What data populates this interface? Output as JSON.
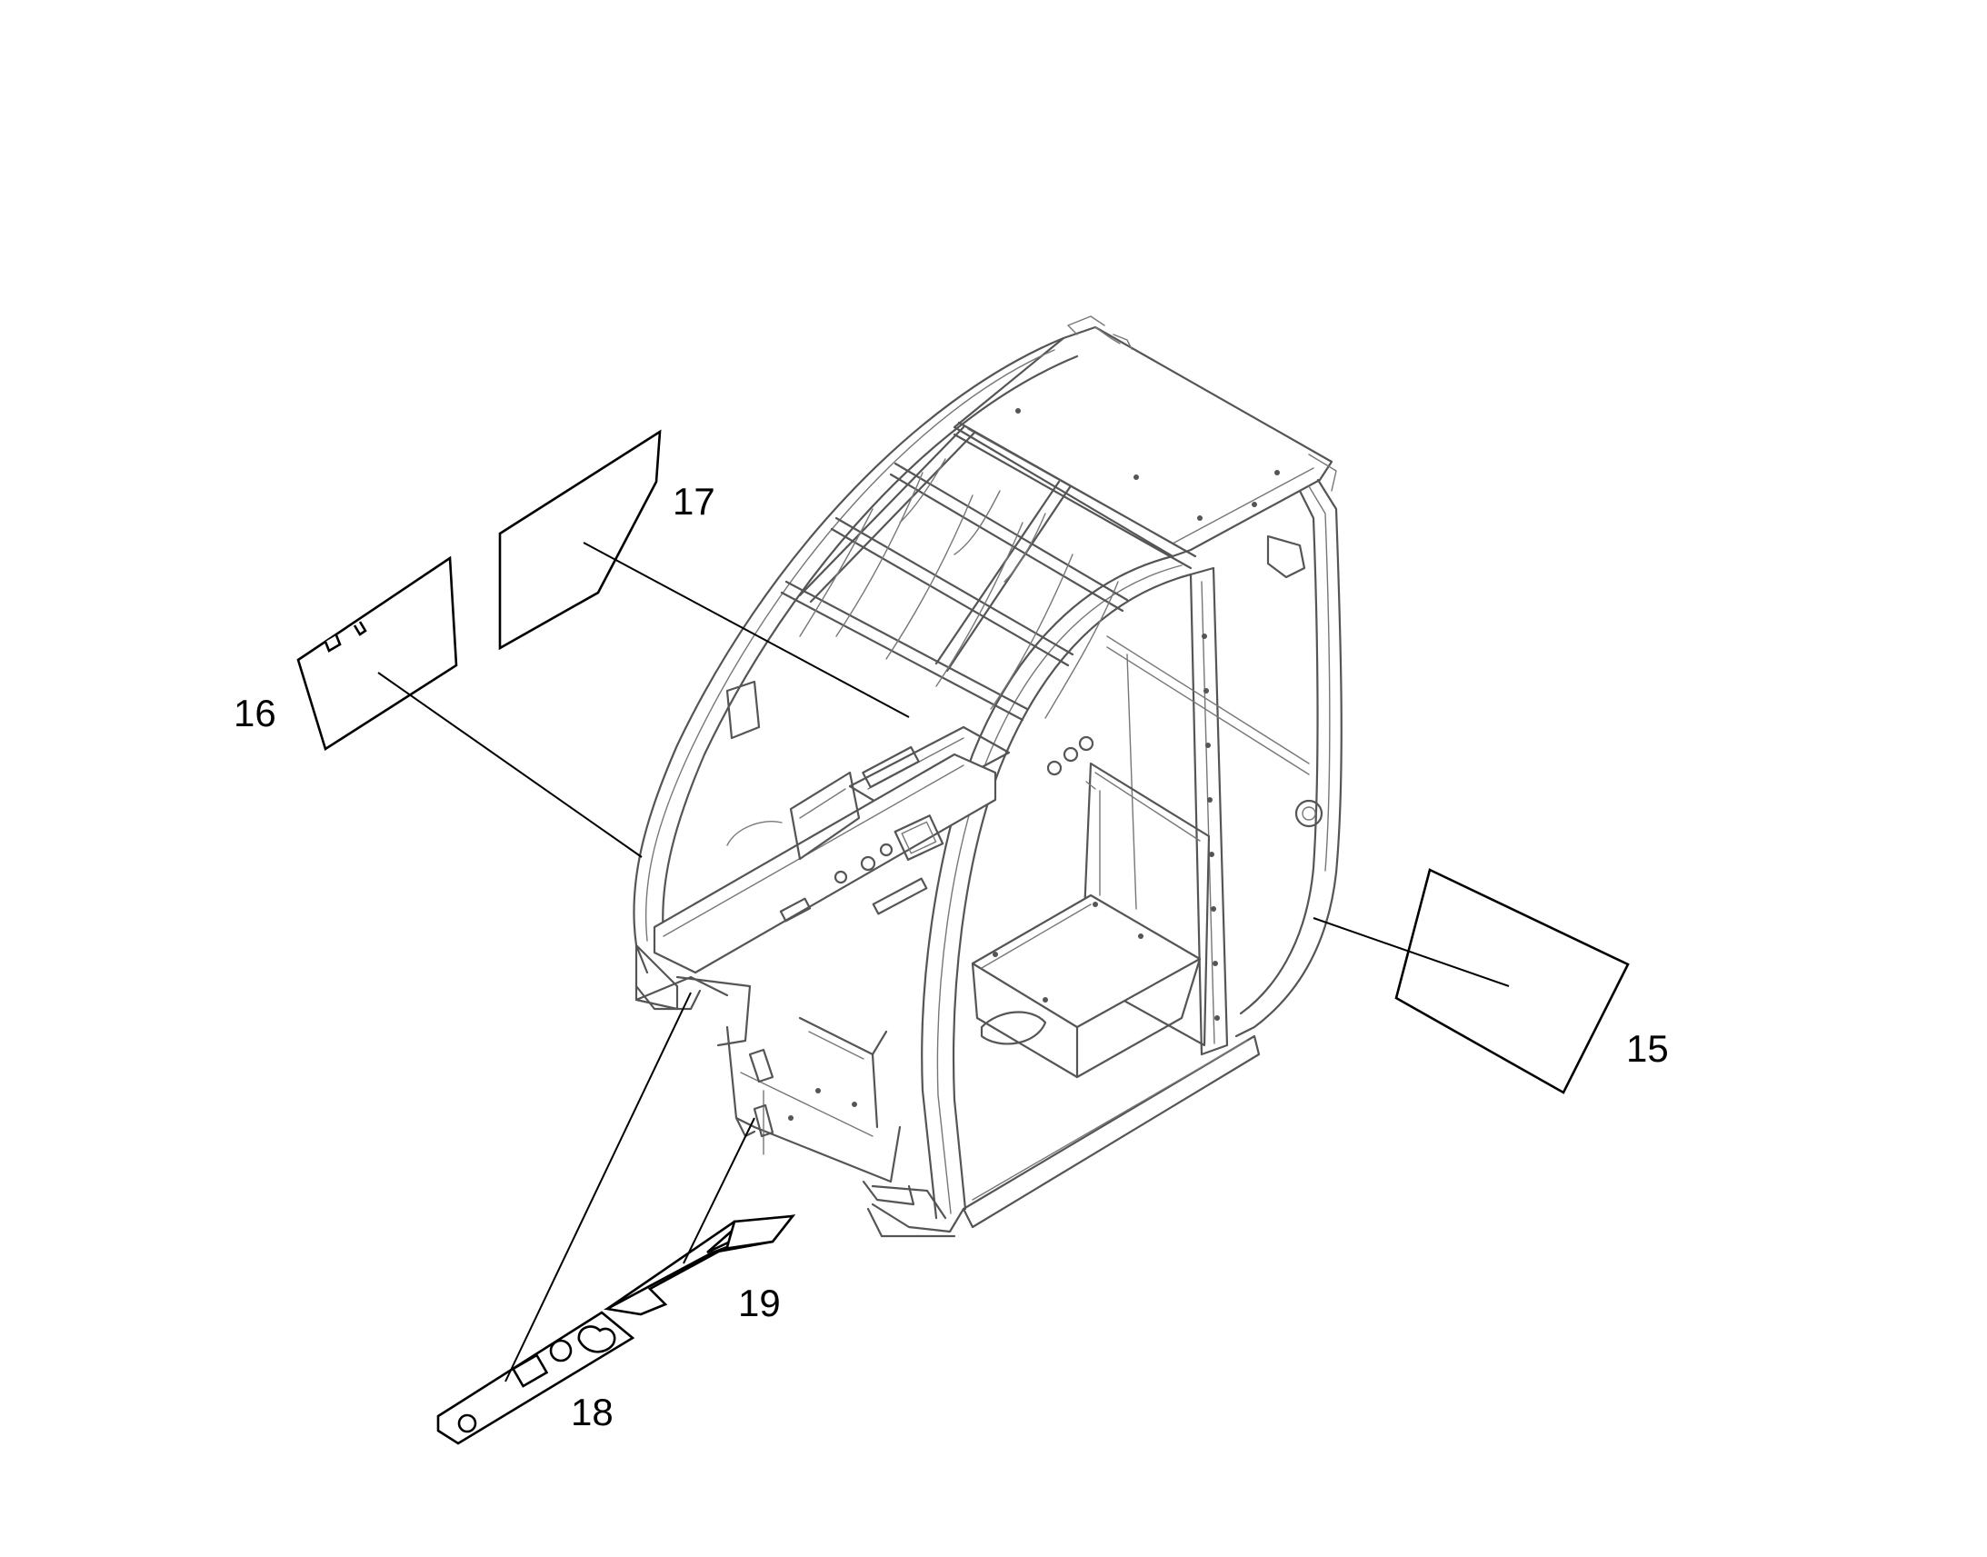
{
  "diagram": {
    "colors": {
      "line": "#000000",
      "frame": "#555555",
      "background": "#ffffff"
    },
    "parts": [
      {
        "id": "15",
        "label": "15",
        "item": "glass-panel-right-side"
      },
      {
        "id": "16",
        "label": "16",
        "item": "glass-panel-front-lower"
      },
      {
        "id": "17",
        "label": "17",
        "item": "glass-panel-front-upper"
      },
      {
        "id": "18",
        "label": "18",
        "item": "floor-plate-with-pedal-holes"
      },
      {
        "id": "19",
        "label": "19",
        "item": "floor-strip"
      }
    ]
  }
}
